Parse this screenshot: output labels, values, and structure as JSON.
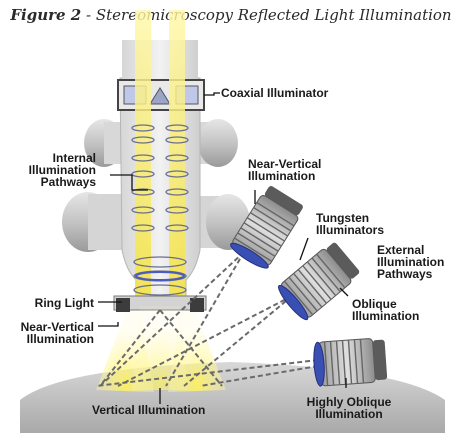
{
  "figure": {
    "number": "Figure 2",
    "separator": " - ",
    "title": "Stereomicroscopy Reflected Light Illumination"
  },
  "labels": {
    "coaxial_illuminator": "Coaxial Illuminator",
    "internal_illumination_pathways": "Internal\nIllumination\nPathways",
    "near_vertical_illumination_upper": "Near-Vertical\nIllumination",
    "tungsten_illuminators": "Tungsten\nIlluminators",
    "external_illumination_pathways": "External\nIllumination\nPathways",
    "oblique_illumination": "Oblique\nIllumination",
    "ring_light": "Ring Light",
    "near_vertical_illumination_left": "Near-Vertical\nIllumination",
    "vertical_illumination": "Vertical Illumination",
    "highly_oblique_illumination": "Highly Oblique\nIllumination"
  },
  "colors": {
    "light_beam": "#f4e23a",
    "lamp_lens": "#3a4fb3",
    "microscope_gray": "#c9c9c9",
    "specimen": "#b9b9b9"
  }
}
